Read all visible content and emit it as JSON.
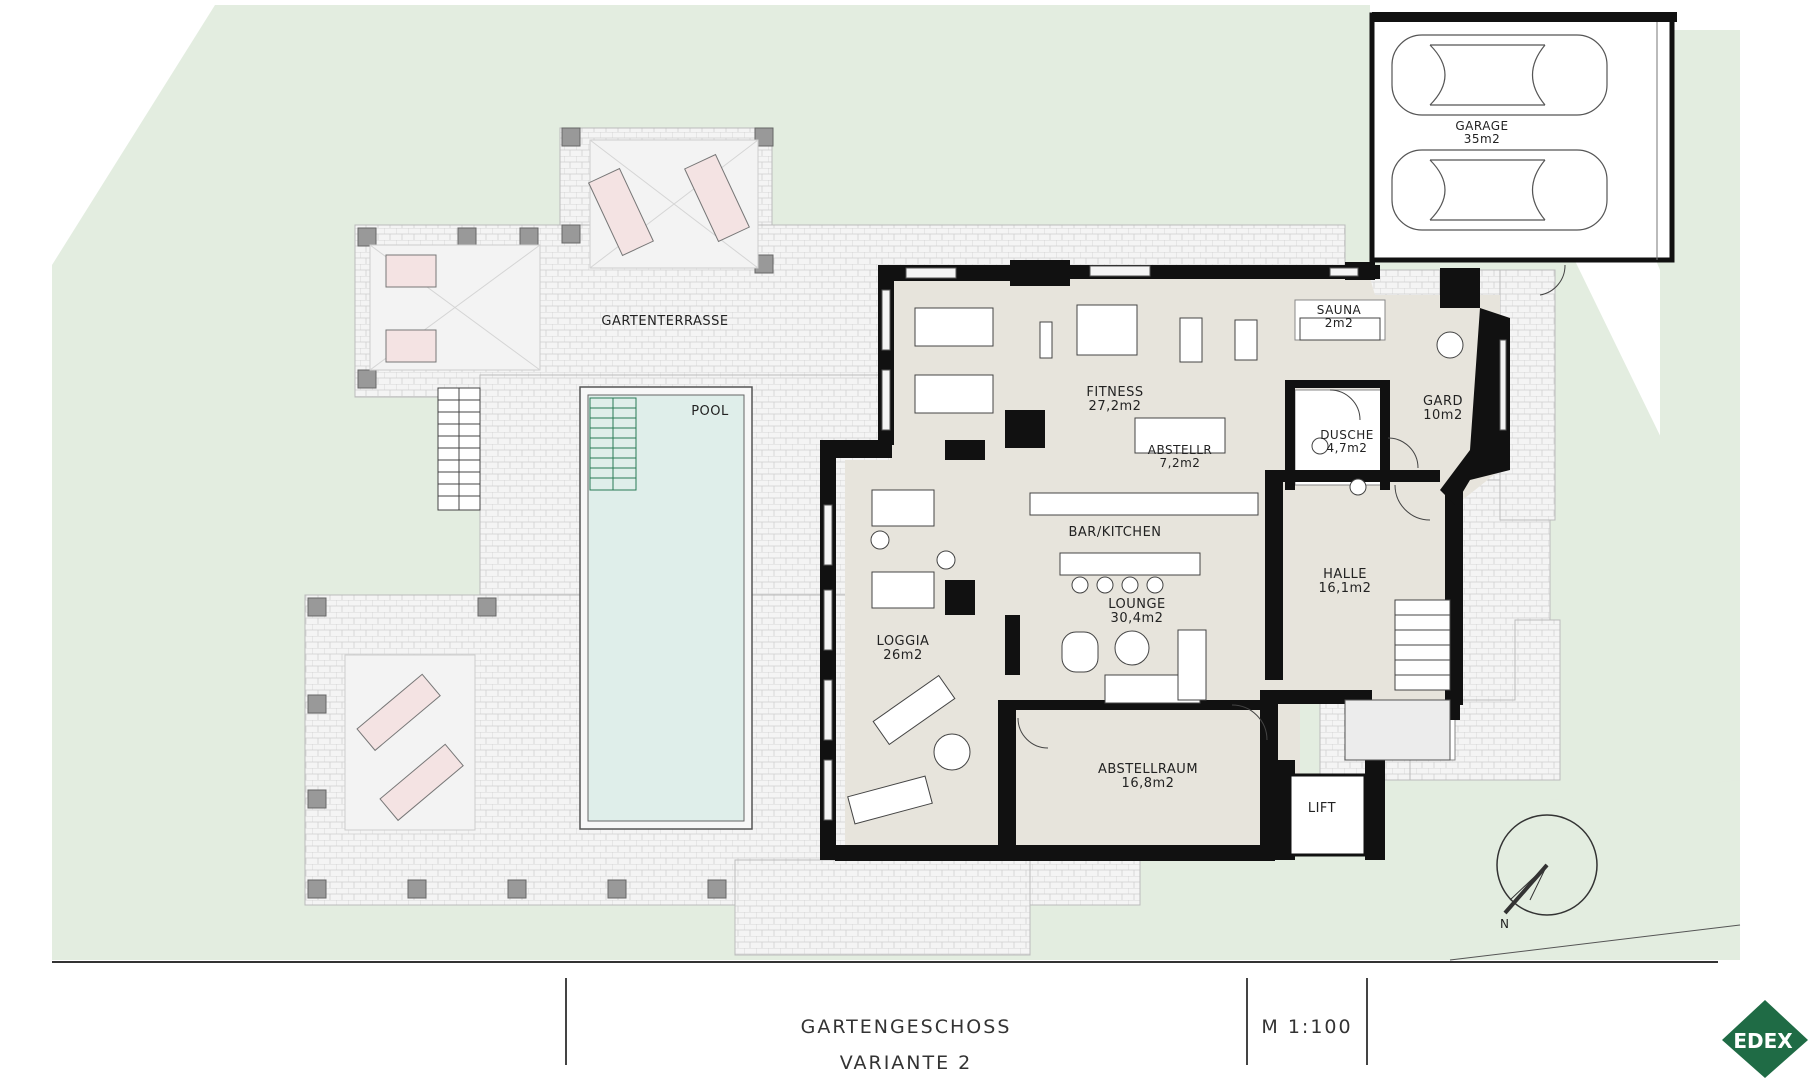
{
  "plan": {
    "rooms": {
      "gartenterrasse": {
        "name": "GARTENTERRASSE"
      },
      "pool": {
        "name": "POOL"
      },
      "garage": {
        "name": "GARAGE",
        "area": "35m2"
      },
      "sauna": {
        "name": "SAUNA",
        "area": "2m2"
      },
      "fitness": {
        "name": "FITNESS",
        "area": "27,2m2"
      },
      "abstellr": {
        "name": "ABSTELLR",
        "area": "7,2m2"
      },
      "gard": {
        "name": "GARD",
        "area": "10m2"
      },
      "dusche": {
        "name": "DUSCHE",
        "area": "4,7m2"
      },
      "bar": {
        "name": "BAR/KITCHEN"
      },
      "lounge": {
        "name": "LOUNGE",
        "area": "30,4m2"
      },
      "halle": {
        "name": "HALLE",
        "area": "16,1m2"
      },
      "loggia": {
        "name": "LOGGIA",
        "area": "26m2"
      },
      "abstellraum": {
        "name": "ABSTELLRAUM",
        "area": "16,8m2"
      },
      "lift": {
        "name": "LIFT"
      }
    },
    "north": "N"
  },
  "titleblock": {
    "floor": "GARTENGESCHOSS",
    "variant": "VARIANTE 2",
    "scale": "M 1:100"
  },
  "logo": {
    "text": "EDEX"
  },
  "colors": {
    "garden": "#e3ede0",
    "paving": "#f3f3f3",
    "interior": "#e7e4dc",
    "pool": "#dfeeea",
    "walls": "#111111",
    "lounger": "#f4e3e3",
    "logo": "#1f6b45"
  }
}
